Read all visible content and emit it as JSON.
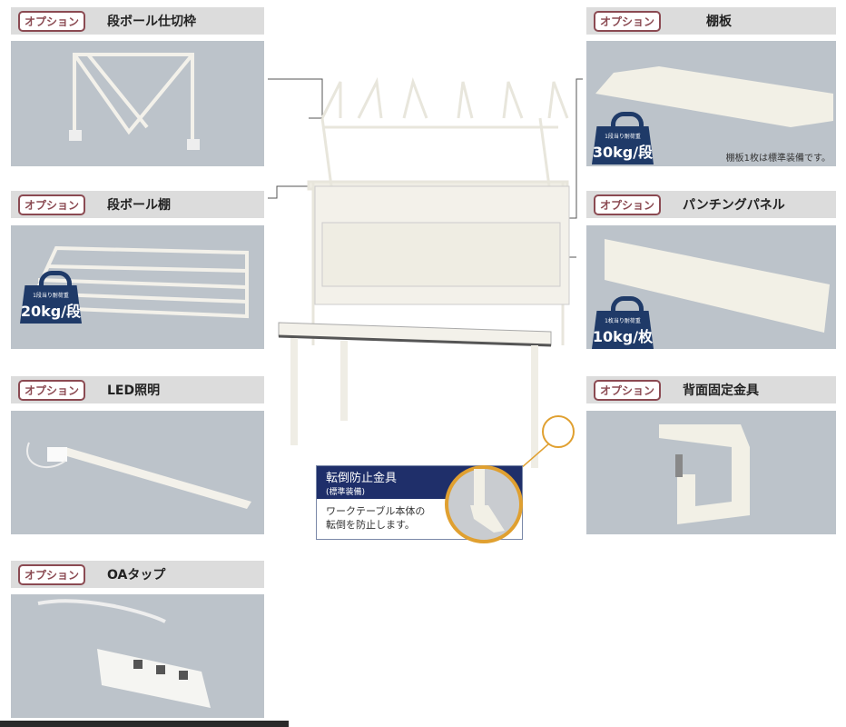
{
  "option_label": "オプション",
  "left": [
    {
      "title": "段ボール仕切枠"
    },
    {
      "title": "段ボール棚",
      "load_caption": "1段当り耐荷重",
      "load": "20kg/段"
    },
    {
      "title": "LED照明"
    },
    {
      "title": "OAタップ"
    }
  ],
  "right": [
    {
      "title": "棚板",
      "load_caption": "1段当り耐荷重",
      "load": "30kg/段",
      "note": "棚板1枚は標準装備です。"
    },
    {
      "title": "パンチングパネル",
      "load_caption": "1枚当り耐荷重",
      "load": "10kg/枚"
    },
    {
      "title": "背面固定金具"
    }
  ],
  "callout": {
    "title": "転倒防止金具",
    "sub": "(標準装備)",
    "body1": "ワークテーブル本体の",
    "body2": "転倒を防止します。"
  },
  "colors": {
    "badge": "#8b4a52",
    "navy": "#1f3a68",
    "panel": "#bcc3ca",
    "accent": "#e0a030"
  }
}
